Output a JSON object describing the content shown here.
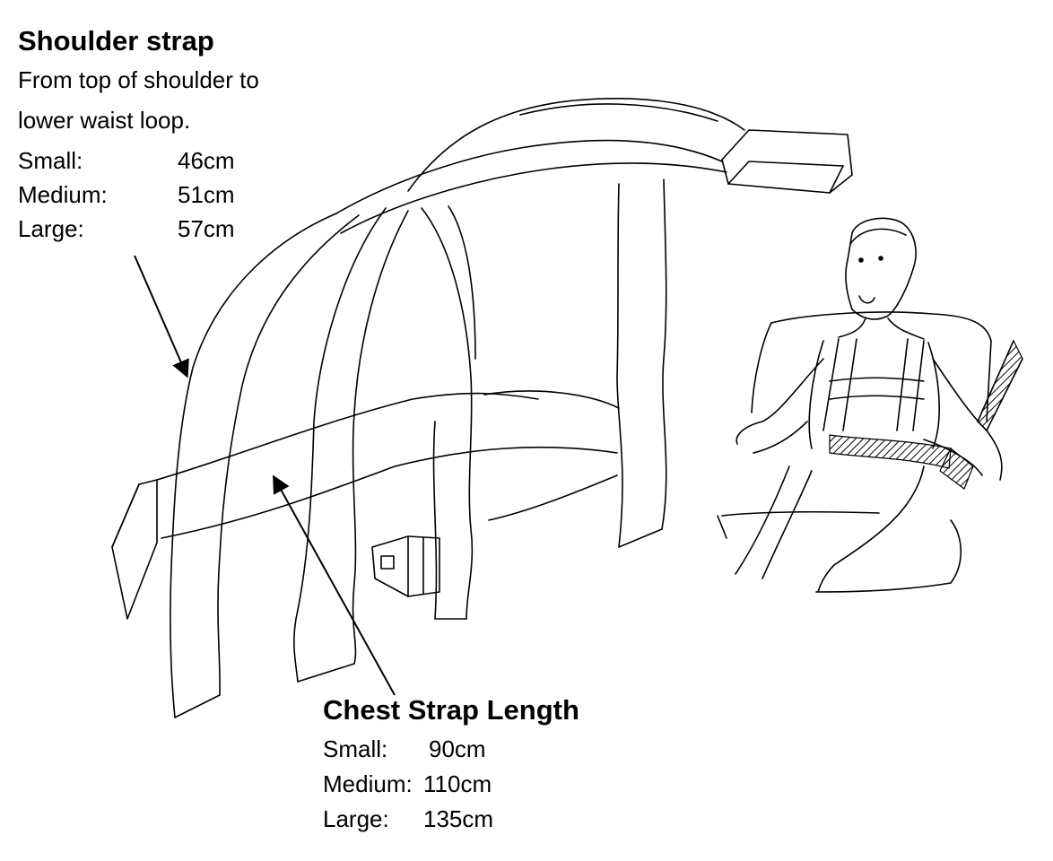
{
  "shoulder": {
    "title": "Shoulder strap",
    "desc_line1": "From top of shoulder to",
    "desc_line2": "lower waist loop.",
    "sizes": [
      {
        "label": "Small:",
        "value": "46cm"
      },
      {
        "label": "Medium:",
        "value": "51cm"
      },
      {
        "label": "Large:",
        "value": "57cm"
      }
    ]
  },
  "chest": {
    "title": "Chest Strap Length",
    "sizes": [
      {
        "label": "Small:",
        "value": "90cm"
      },
      {
        "label": "Medium:",
        "value": "110cm"
      },
      {
        "label": "Large:",
        "value": "135cm"
      }
    ]
  }
}
